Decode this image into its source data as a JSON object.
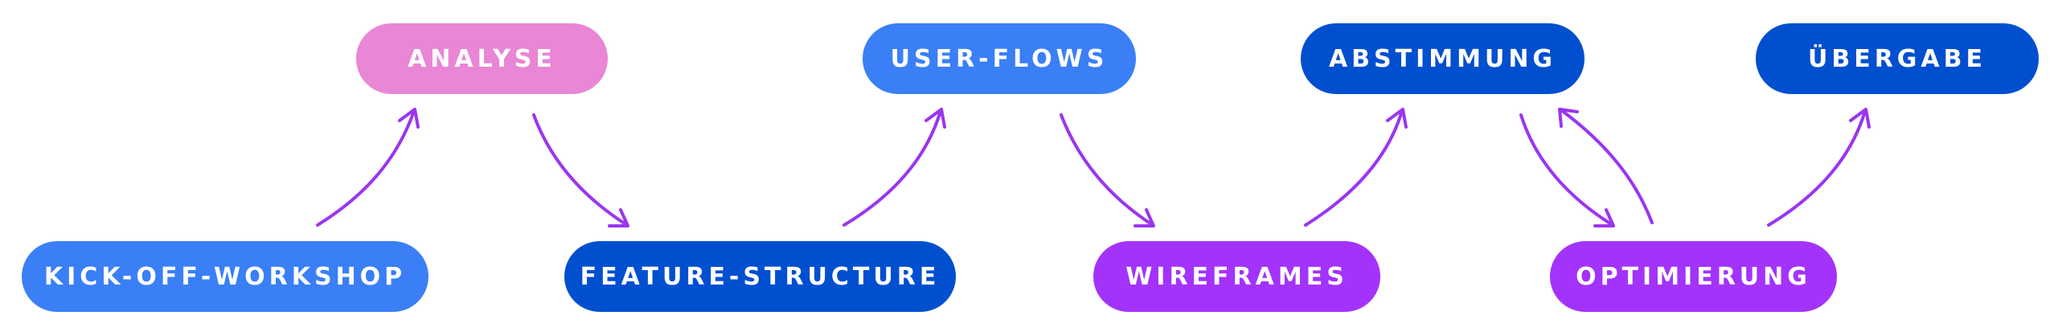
{
  "colors": {
    "pink": "#e986d6",
    "light_blue": "#3a7ff6",
    "dark_blue": "#004fcf",
    "violet": "#a333fb",
    "arrow": "#9b35f0"
  },
  "nodes": {
    "analyse": "ANALYSE",
    "user_flows": "USER-FLOWS",
    "abstimmung": "ABSTIMMUNG",
    "uebergabe": "ÜBERGABE",
    "kickoff": "KICK-OFF-WORKSHOP",
    "feature_structure": "FEATURE-STRUCTURE",
    "wireframes": "WIREFRAMES",
    "optimierung": "OPTIMIERUNG"
  },
  "edges": [
    {
      "from": "KICK-OFF-WORKSHOP",
      "to": "ANALYSE"
    },
    {
      "from": "ANALYSE",
      "to": "FEATURE-STRUCTURE"
    },
    {
      "from": "FEATURE-STRUCTURE",
      "to": "USER-FLOWS"
    },
    {
      "from": "USER-FLOWS",
      "to": "WIREFRAMES"
    },
    {
      "from": "WIREFRAMES",
      "to": "ABSTIMMUNG"
    },
    {
      "from": "ABSTIMMUNG",
      "to": "OPTIMIERUNG"
    },
    {
      "from": "OPTIMIERUNG",
      "to": "ABSTIMMUNG"
    },
    {
      "from": "OPTIMIERUNG",
      "to": "ÜBERGABE"
    }
  ]
}
